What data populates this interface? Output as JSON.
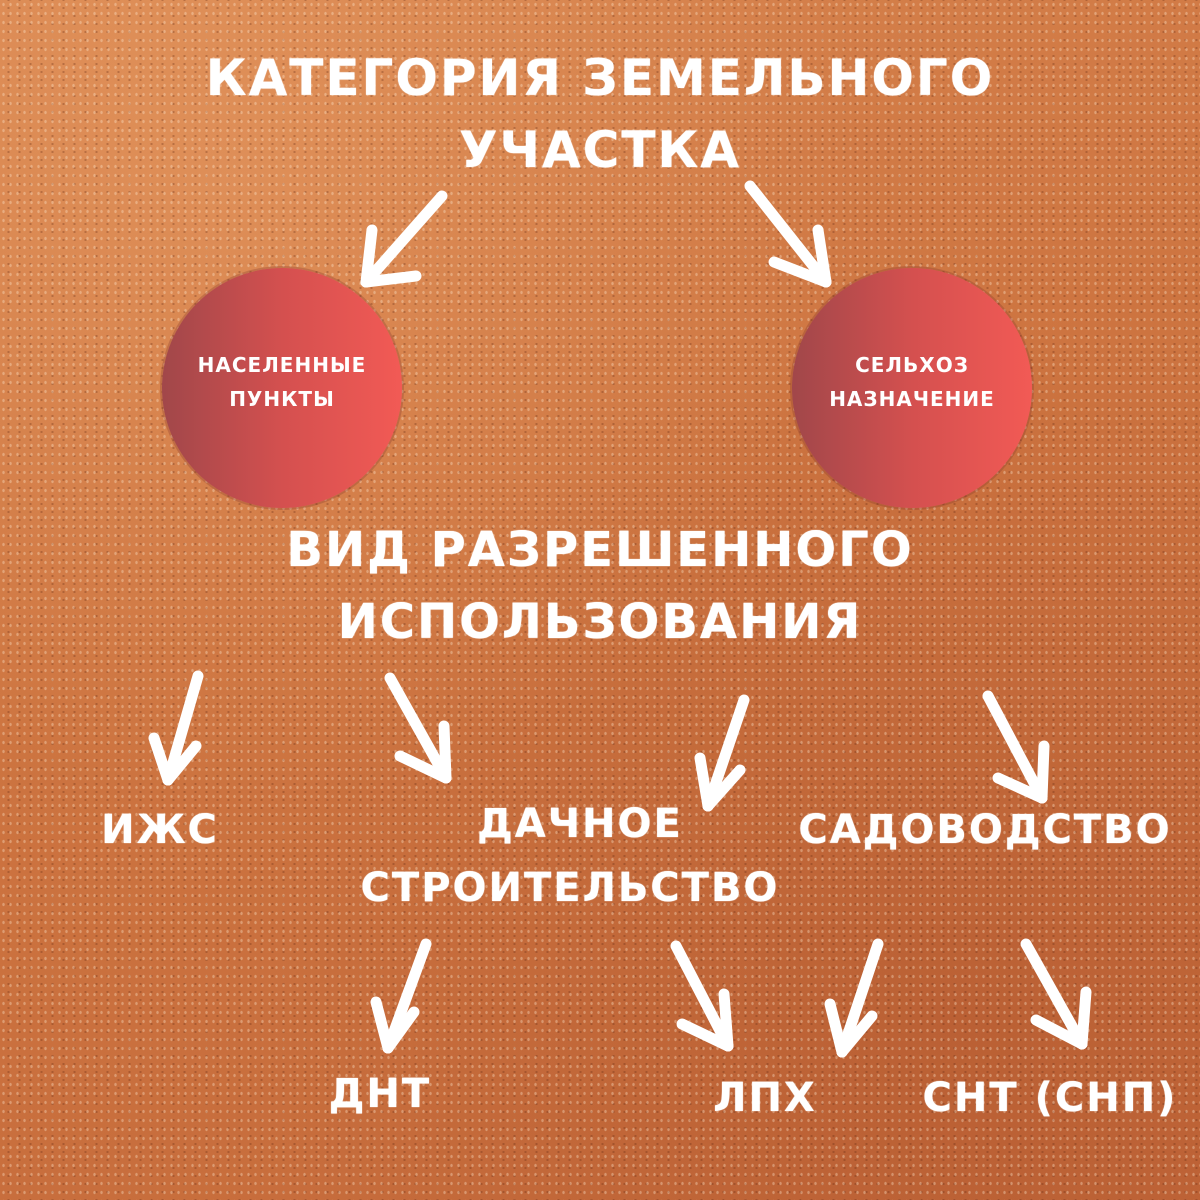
{
  "title": {
    "line1": "КАТЕГОРИЯ ЗЕМЕЛЬНОГО",
    "line2": "УЧАСТКА"
  },
  "categories": [
    {
      "line1": "НАСЕЛЕННЫЕ",
      "line2": "ПУНКТЫ"
    },
    {
      "line1": "СЕЛЬХОЗ",
      "line2": "НАЗНАЧЕНИЕ"
    }
  ],
  "subtitle": {
    "line1": "ВИД РАЗРЕШЕННОГО",
    "line2": "ИСПОЛЬЗОВАНИЯ"
  },
  "uses": {
    "izhs": "ИЖС",
    "dacha_line1": "ДАЧНОЕ",
    "dacha_line2": "СТРОИТЕЛЬСТВО",
    "garden": "САДОВОДСТВО"
  },
  "sub_uses": {
    "dnt": "ДНТ",
    "lph": "ЛПХ",
    "snt": "СНТ (СНП)"
  },
  "colors": {
    "background": "#cd7440",
    "circle_start": "#a1474a",
    "circle_end": "#f25a55",
    "text": "#ffffff"
  }
}
